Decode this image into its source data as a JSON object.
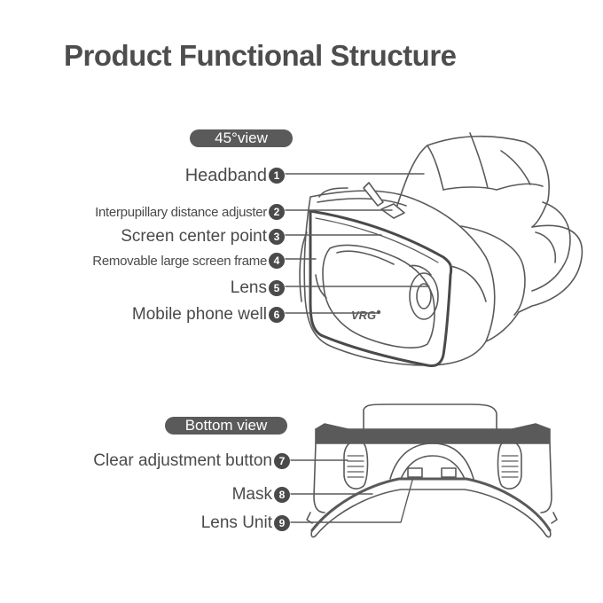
{
  "title": "Product Functional Structure",
  "view_top": "45°view",
  "view_bottom": "Bottom view",
  "brand": "VRG",
  "items": [
    {
      "n": "1",
      "label": "Headband"
    },
    {
      "n": "2",
      "label": "Interpupillary distance adjuster"
    },
    {
      "n": "3",
      "label": "Screen center point"
    },
    {
      "n": "4",
      "label": "Removable large screen frame"
    },
    {
      "n": "5",
      "label": "Lens"
    },
    {
      "n": "6",
      "label": "Mobile phone well"
    },
    {
      "n": "7",
      "label": "Clear adjustment button"
    },
    {
      "n": "8",
      "label": "Mask"
    },
    {
      "n": "9",
      "label": "Lens Unit"
    }
  ]
}
